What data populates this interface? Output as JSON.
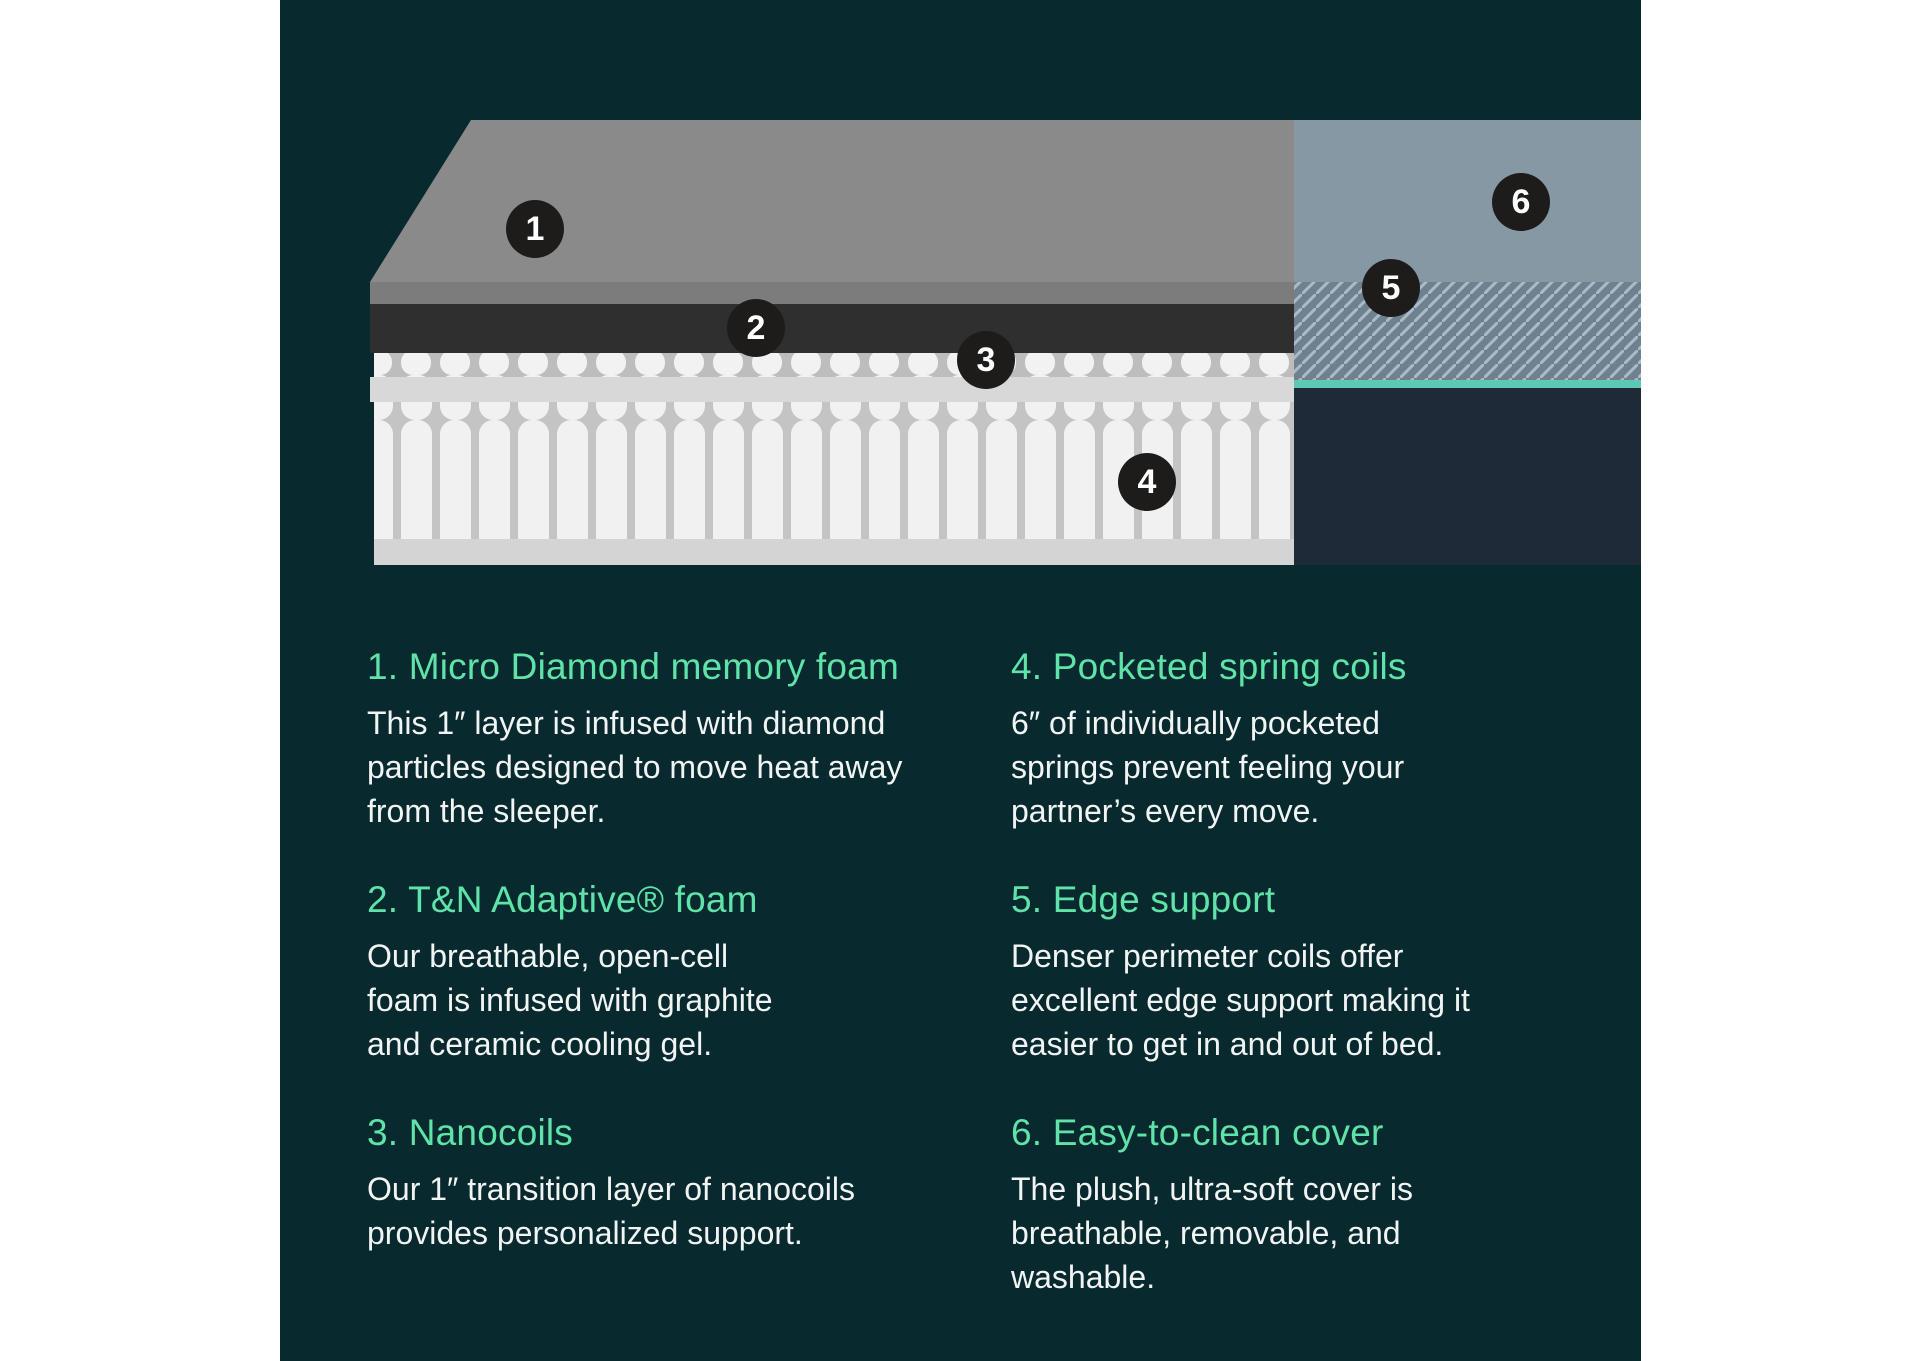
{
  "colors": {
    "background": "#082a2f",
    "heading": "#5fe3a8",
    "body_text": "#f1f4f3",
    "badge": "#1d1c1a"
  },
  "badges": [
    "1",
    "2",
    "3",
    "4",
    "5",
    "6"
  ],
  "features": [
    {
      "title": "1. Micro Diamond memory foam",
      "lines": [
        "This 1″ layer is infused with diamond",
        "particles designed to move heat away",
        "from the sleeper."
      ]
    },
    {
      "title": "2. T&N Adaptive® foam",
      "lines": [
        "Our breathable, open-cell",
        "foam is infused with graphite",
        "and ceramic cooling gel."
      ]
    },
    {
      "title": "3. Nanocoils",
      "lines": [
        "Our 1″ transition layer of nanocoils",
        "provides personalized support."
      ]
    },
    {
      "title": "4. Pocketed spring coils",
      "lines": [
        "6″ of individually pocketed",
        "springs prevent feeling your",
        "partner’s every move."
      ]
    },
    {
      "title": "5. Edge support",
      "lines": [
        "Denser perimeter coils offer",
        "excellent edge support making it",
        "easier to get in and out of bed."
      ]
    },
    {
      "title": "6. Easy-to-clean cover",
      "lines": [
        "The plush, ultra-soft cover is",
        "breathable, removable, and",
        "washable."
      ]
    }
  ]
}
